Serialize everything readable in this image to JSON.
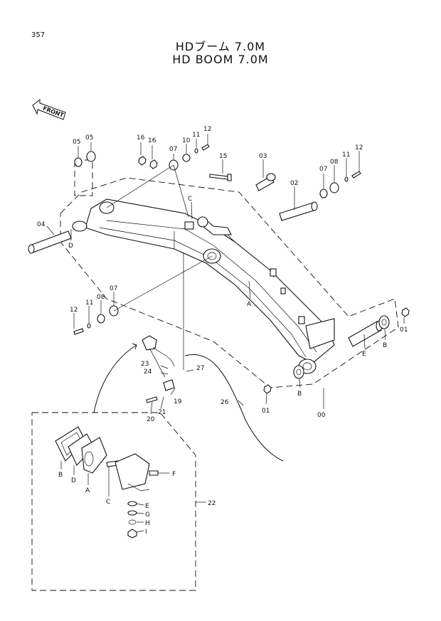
{
  "page_number": "357",
  "title_jp": "HDブーム 7.0M",
  "title_en": "HD BOOM 7.0M",
  "front_label": "FRONT",
  "callouts": {
    "c01a": "01",
    "c01b": "01",
    "c02": "02",
    "c03": "03",
    "c04": "04",
    "c05a": "05",
    "c05b": "05",
    "c07a": "07",
    "c07b": "07",
    "c07c": "07",
    "c08a": "08",
    "c08b": "08",
    "c10": "10",
    "c11a": "11",
    "c11b": "11",
    "c11c": "11",
    "c12a": "12",
    "c12b": "12",
    "c12c": "12",
    "c15": "15",
    "c16a": "16",
    "c16b": "16",
    "c19": "19",
    "c20": "20",
    "c21": "21",
    "c22": "22",
    "c23": "23",
    "c24": "24",
    "c26": "26",
    "c27": "27",
    "c00": "00"
  },
  "letters": {
    "A1": "A",
    "A2": "A",
    "B1": "B",
    "B2": "B",
    "B3": "B",
    "C1": "C",
    "C2": "C",
    "D1": "D",
    "D2": "D",
    "E1": "E",
    "E2": "E",
    "F": "F",
    "G": "G",
    "H": "H",
    "I": "I"
  }
}
